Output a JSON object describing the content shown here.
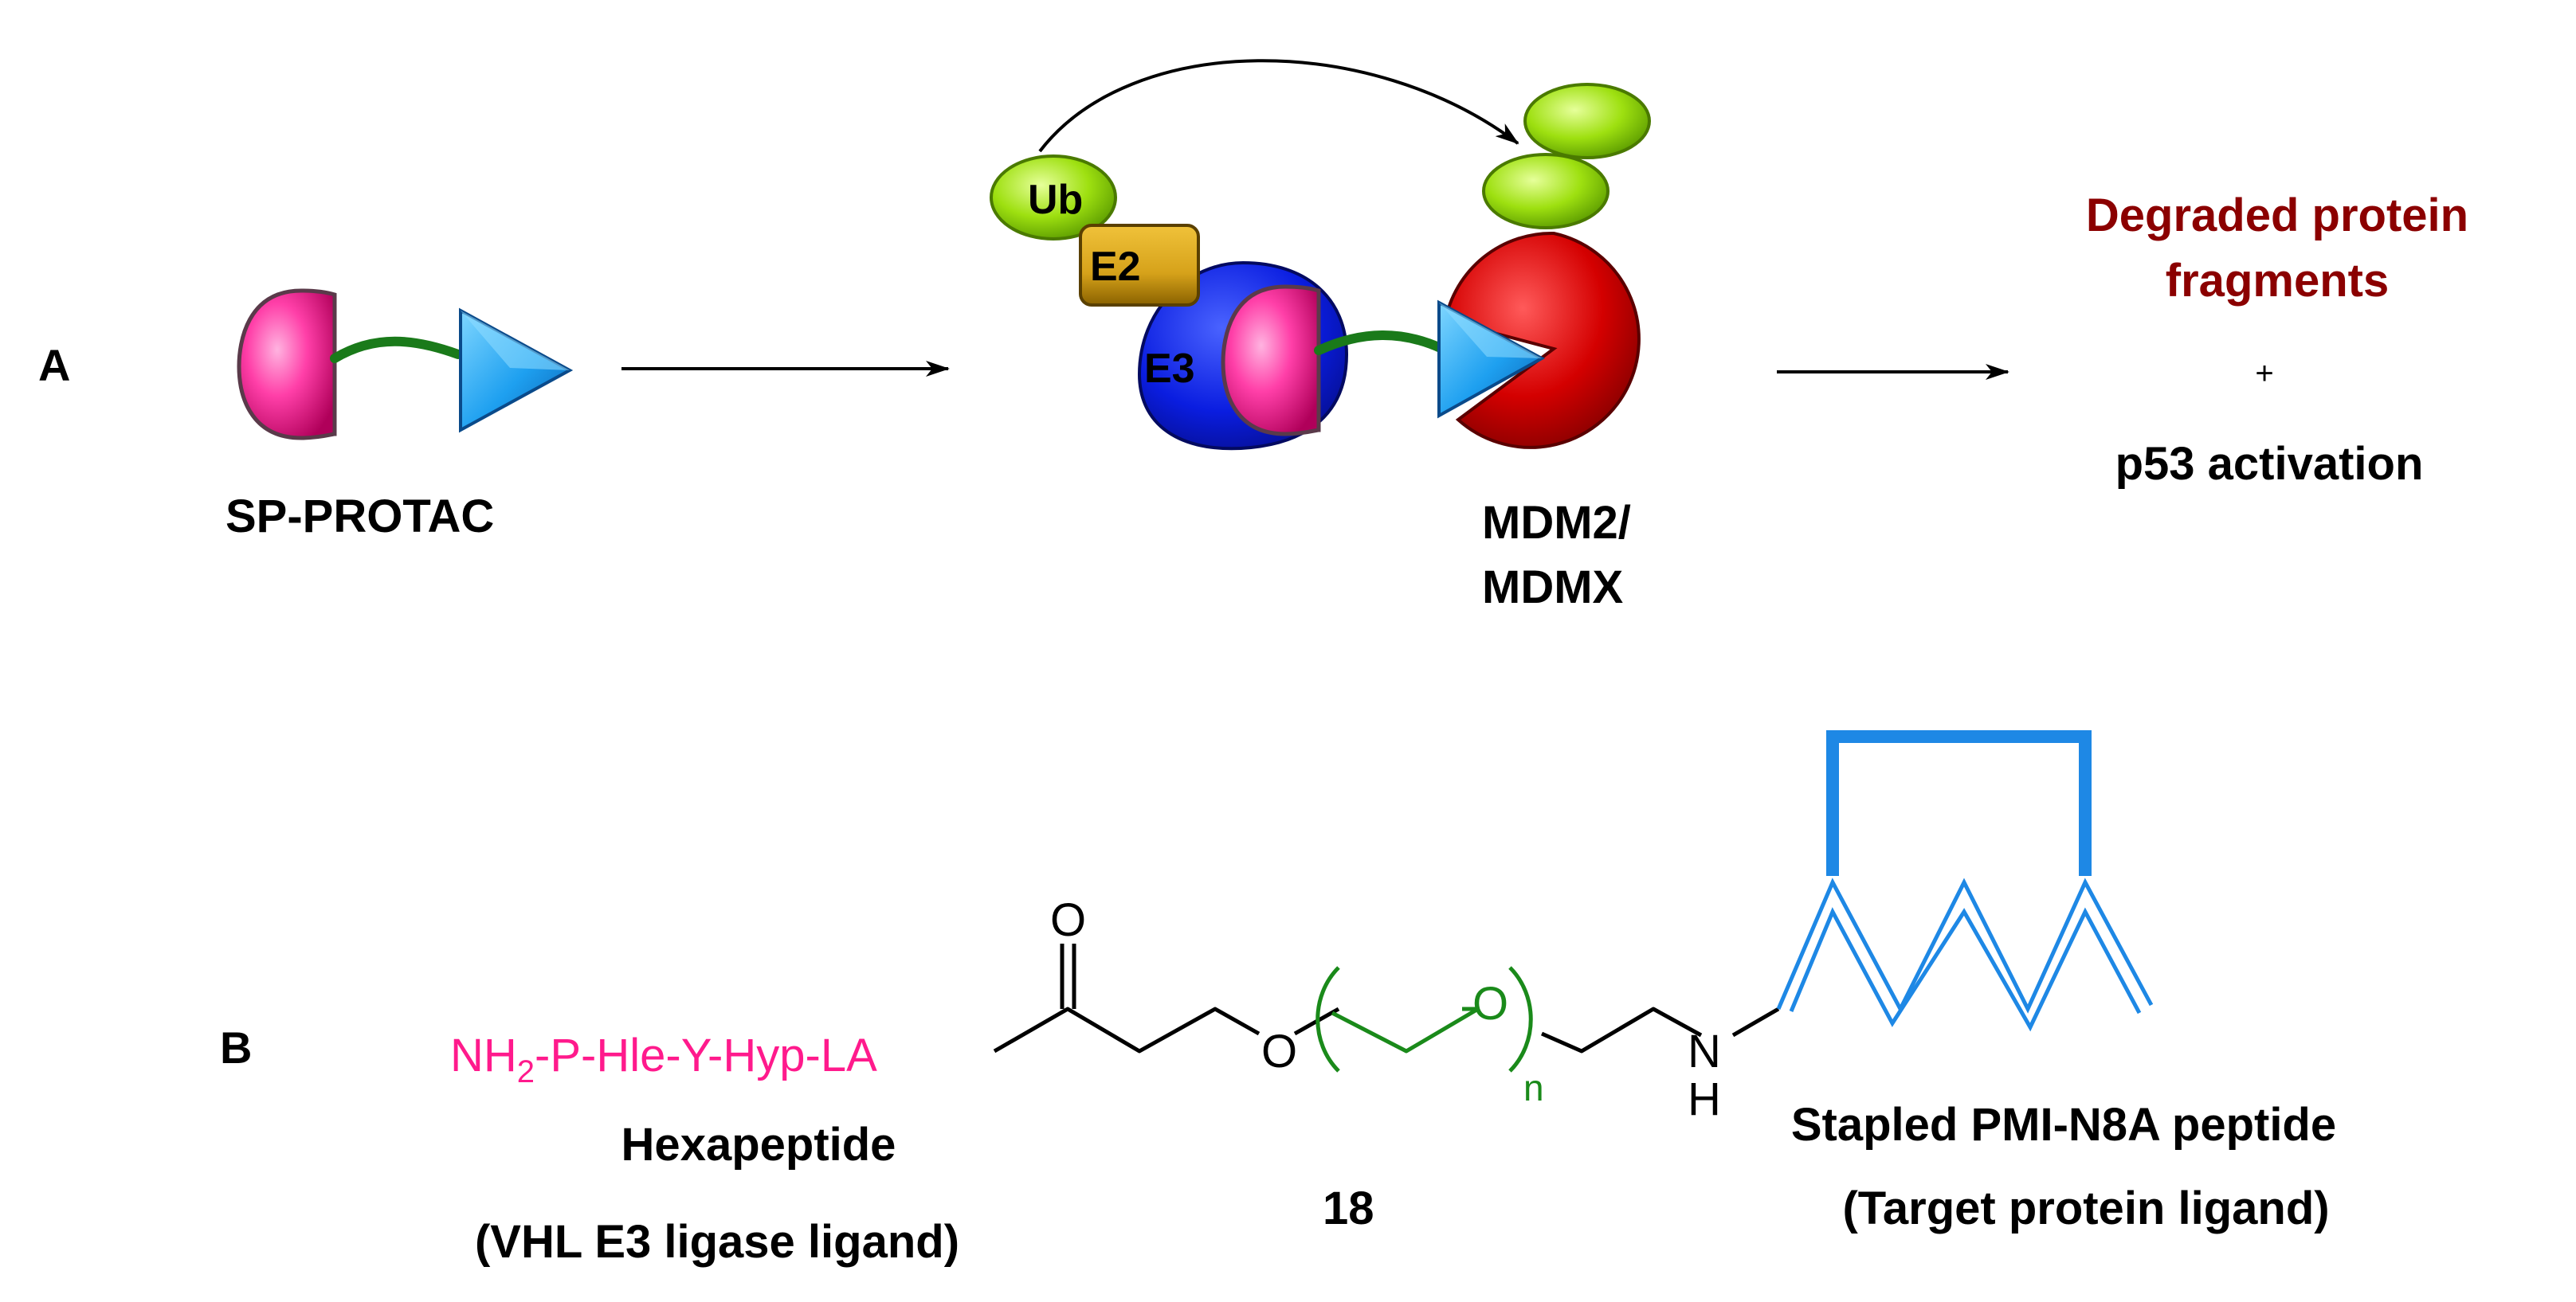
{
  "panel_a": {
    "label": "A",
    "protac_label": "SP-PROTAC",
    "ub_label": "Ub",
    "e2_label": "E2",
    "e3_label": "E3",
    "target_label_line1": "MDM2/",
    "target_label_line2": "MDMX",
    "outcome_line1": "Degraded protein",
    "outcome_line2": "fragments",
    "plus": "+",
    "outcome_line3": "p53 activation"
  },
  "panel_b": {
    "label": "B",
    "peptide_prefix": "NH",
    "peptide_subscript": "2",
    "peptide_suffix": "-P-Hle-Y-Hyp-LA",
    "hexapeptide_label": "Hexapeptide",
    "vhl_label": "(VHL E3 ligase ligand)",
    "compound_number": "18",
    "atom_o_carbonyl": "O",
    "atom_o_ether1": "O",
    "atom_o_ether2": "O",
    "repeat_n": "n",
    "atom_n": "N",
    "atom_h": "H",
    "stapled_label": "Stapled PMI-N8A peptide",
    "target_ligand_label": "(Target protein ligand)"
  },
  "colors": {
    "peptide_pink": "#ff1a8c",
    "linker_green": "#1a8a1a",
    "staple_blue": "#1e88e5",
    "outcome_red": "#8b0000",
    "e3_blue": "#0a1de0",
    "mdm2_red": "#d40000",
    "ub_green": "#8fd400",
    "e2_gold": "#d6a21a"
  }
}
